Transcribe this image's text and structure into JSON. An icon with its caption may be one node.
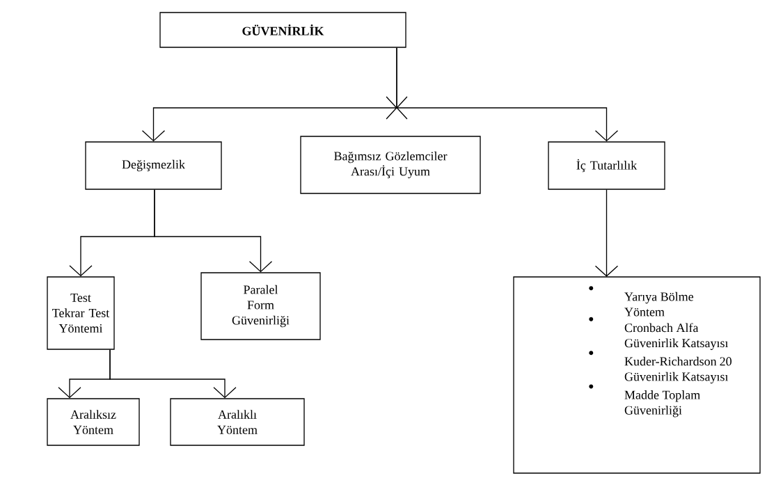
{
  "diagram": {
    "nodes": [
      {
        "text": [
          "GÜVENİRLİK"
        ]
      },
      {
        "text": [
          "Değişmezlik"
        ]
      },
      {
        "text": [
          "Bağımsız Gözlemciler Arası/İçi Uyum"
        ]
      },
      {
        "text": [
          "İç Tutarlılık"
        ]
      },
      {
        "text": [
          "Test Tekrar Test Yöntemi"
        ]
      },
      {
        "text": [
          "Paralel Form Güvenirliği"
        ]
      },
      {
        "text": [
          "Aralıksız Yöntem"
        ]
      },
      {
        "text": [
          "Aralıklı Yöntem"
        ]
      },
      {
        "text": [
          "Yarıya Bölme Yöntem",
          "Cronbach Alfa Güvenirlik Katsayısı",
          "Kuder-Richardson 20 Güvenirlik Katsayısı",
          "Madde Toplam Güvenirliği"
        ]
      }
    ],
    "edges": [
      {
        "from": 0,
        "to": 1,
        "arrow": "to"
      },
      {
        "from": 0,
        "to": 3,
        "arrow": "to"
      },
      {
        "from": 1,
        "to": 4,
        "arrow": "to"
      },
      {
        "from": 1,
        "to": 5,
        "arrow": "to"
      },
      {
        "from": 3,
        "to": 8,
        "arrow": "to"
      },
      {
        "from": 4,
        "to": 6,
        "arrow": "to"
      },
      {
        "from": 4,
        "to": 7,
        "arrow": "to"
      }
    ]
  }
}
